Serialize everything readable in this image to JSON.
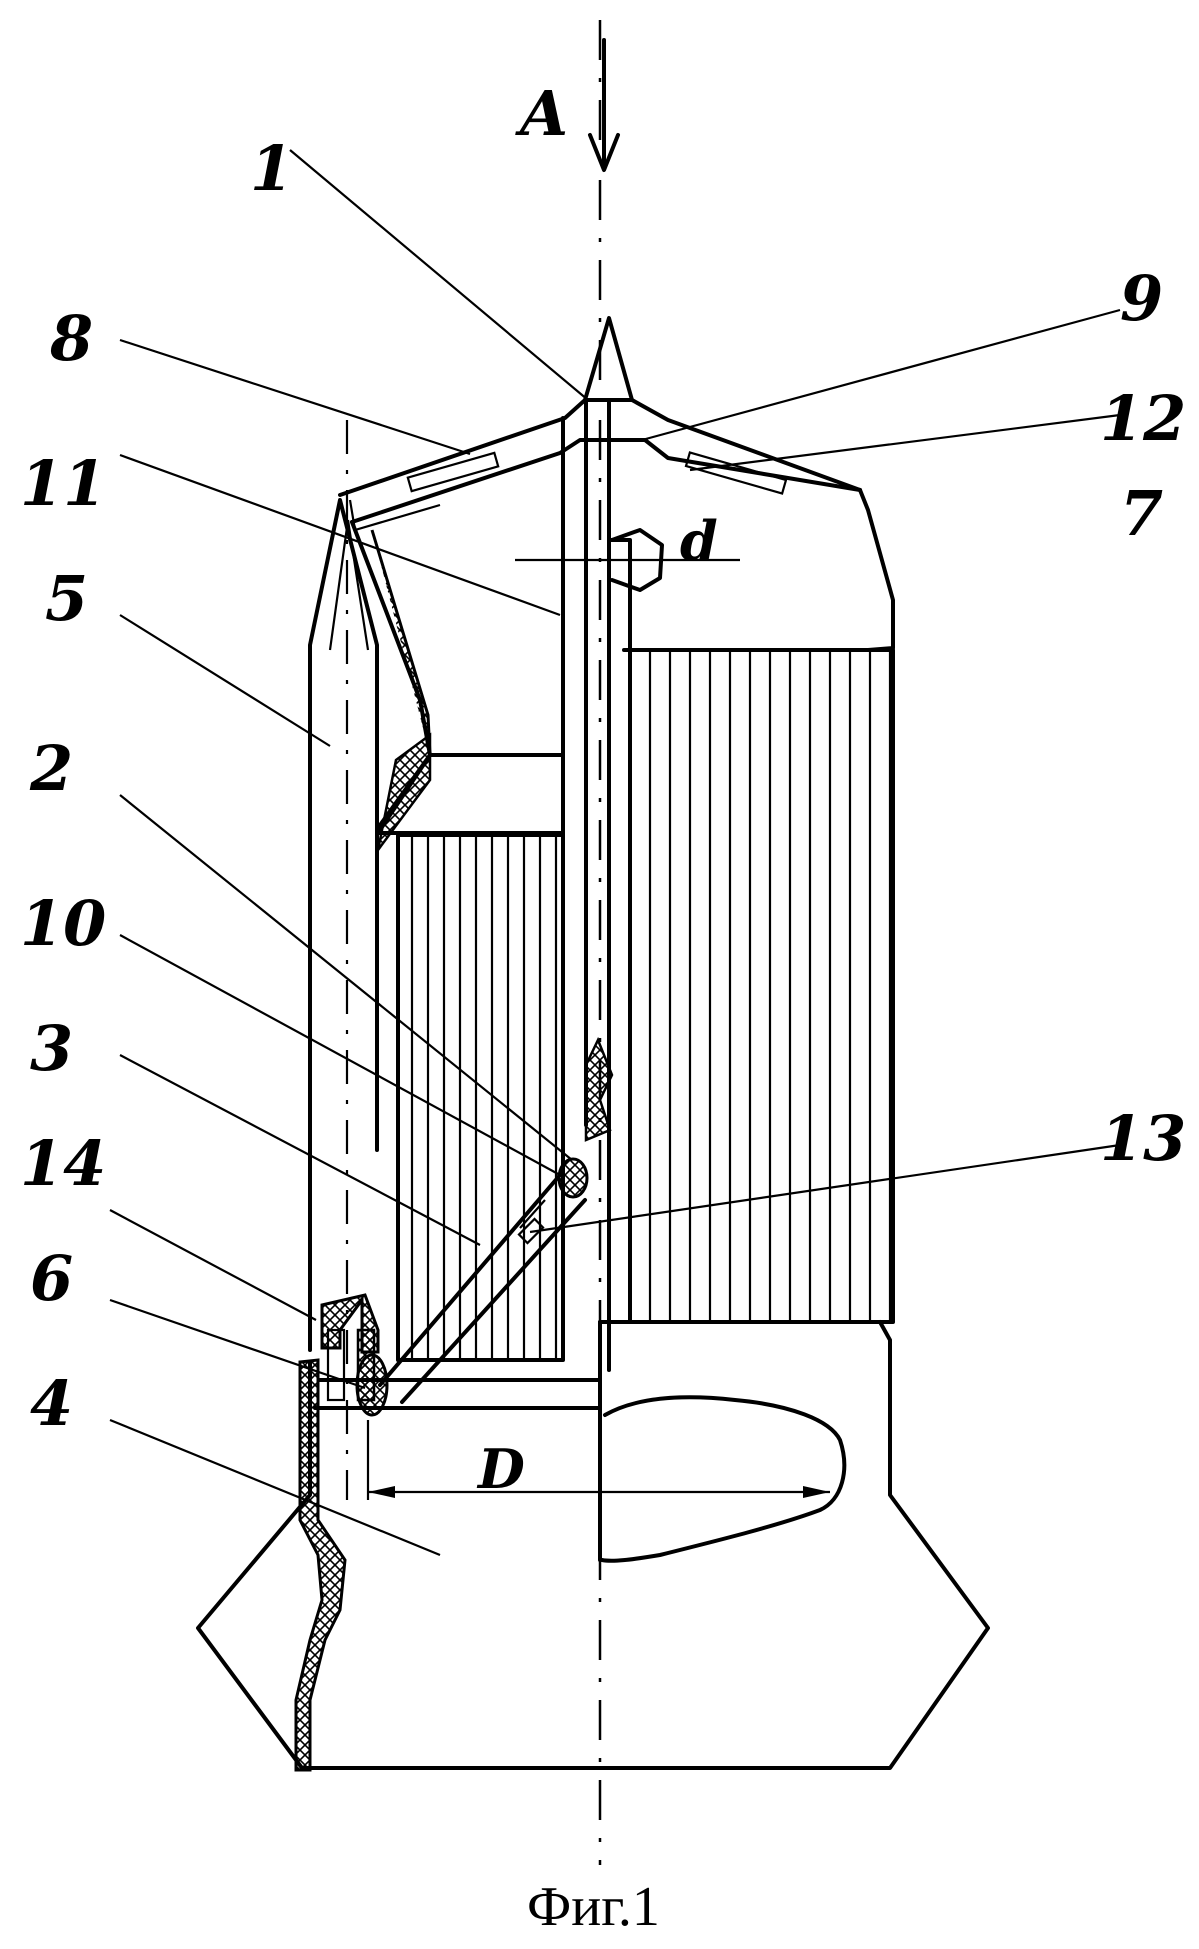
{
  "figure": {
    "view_label": "A",
    "dimension_small": "d",
    "dimension_large": "D",
    "caption": "Фиг.1",
    "callouts": [
      "1",
      "2",
      "3",
      "4",
      "5",
      "6",
      "7",
      "8",
      "9",
      "10",
      "11",
      "12",
      "13",
      "14"
    ]
  }
}
